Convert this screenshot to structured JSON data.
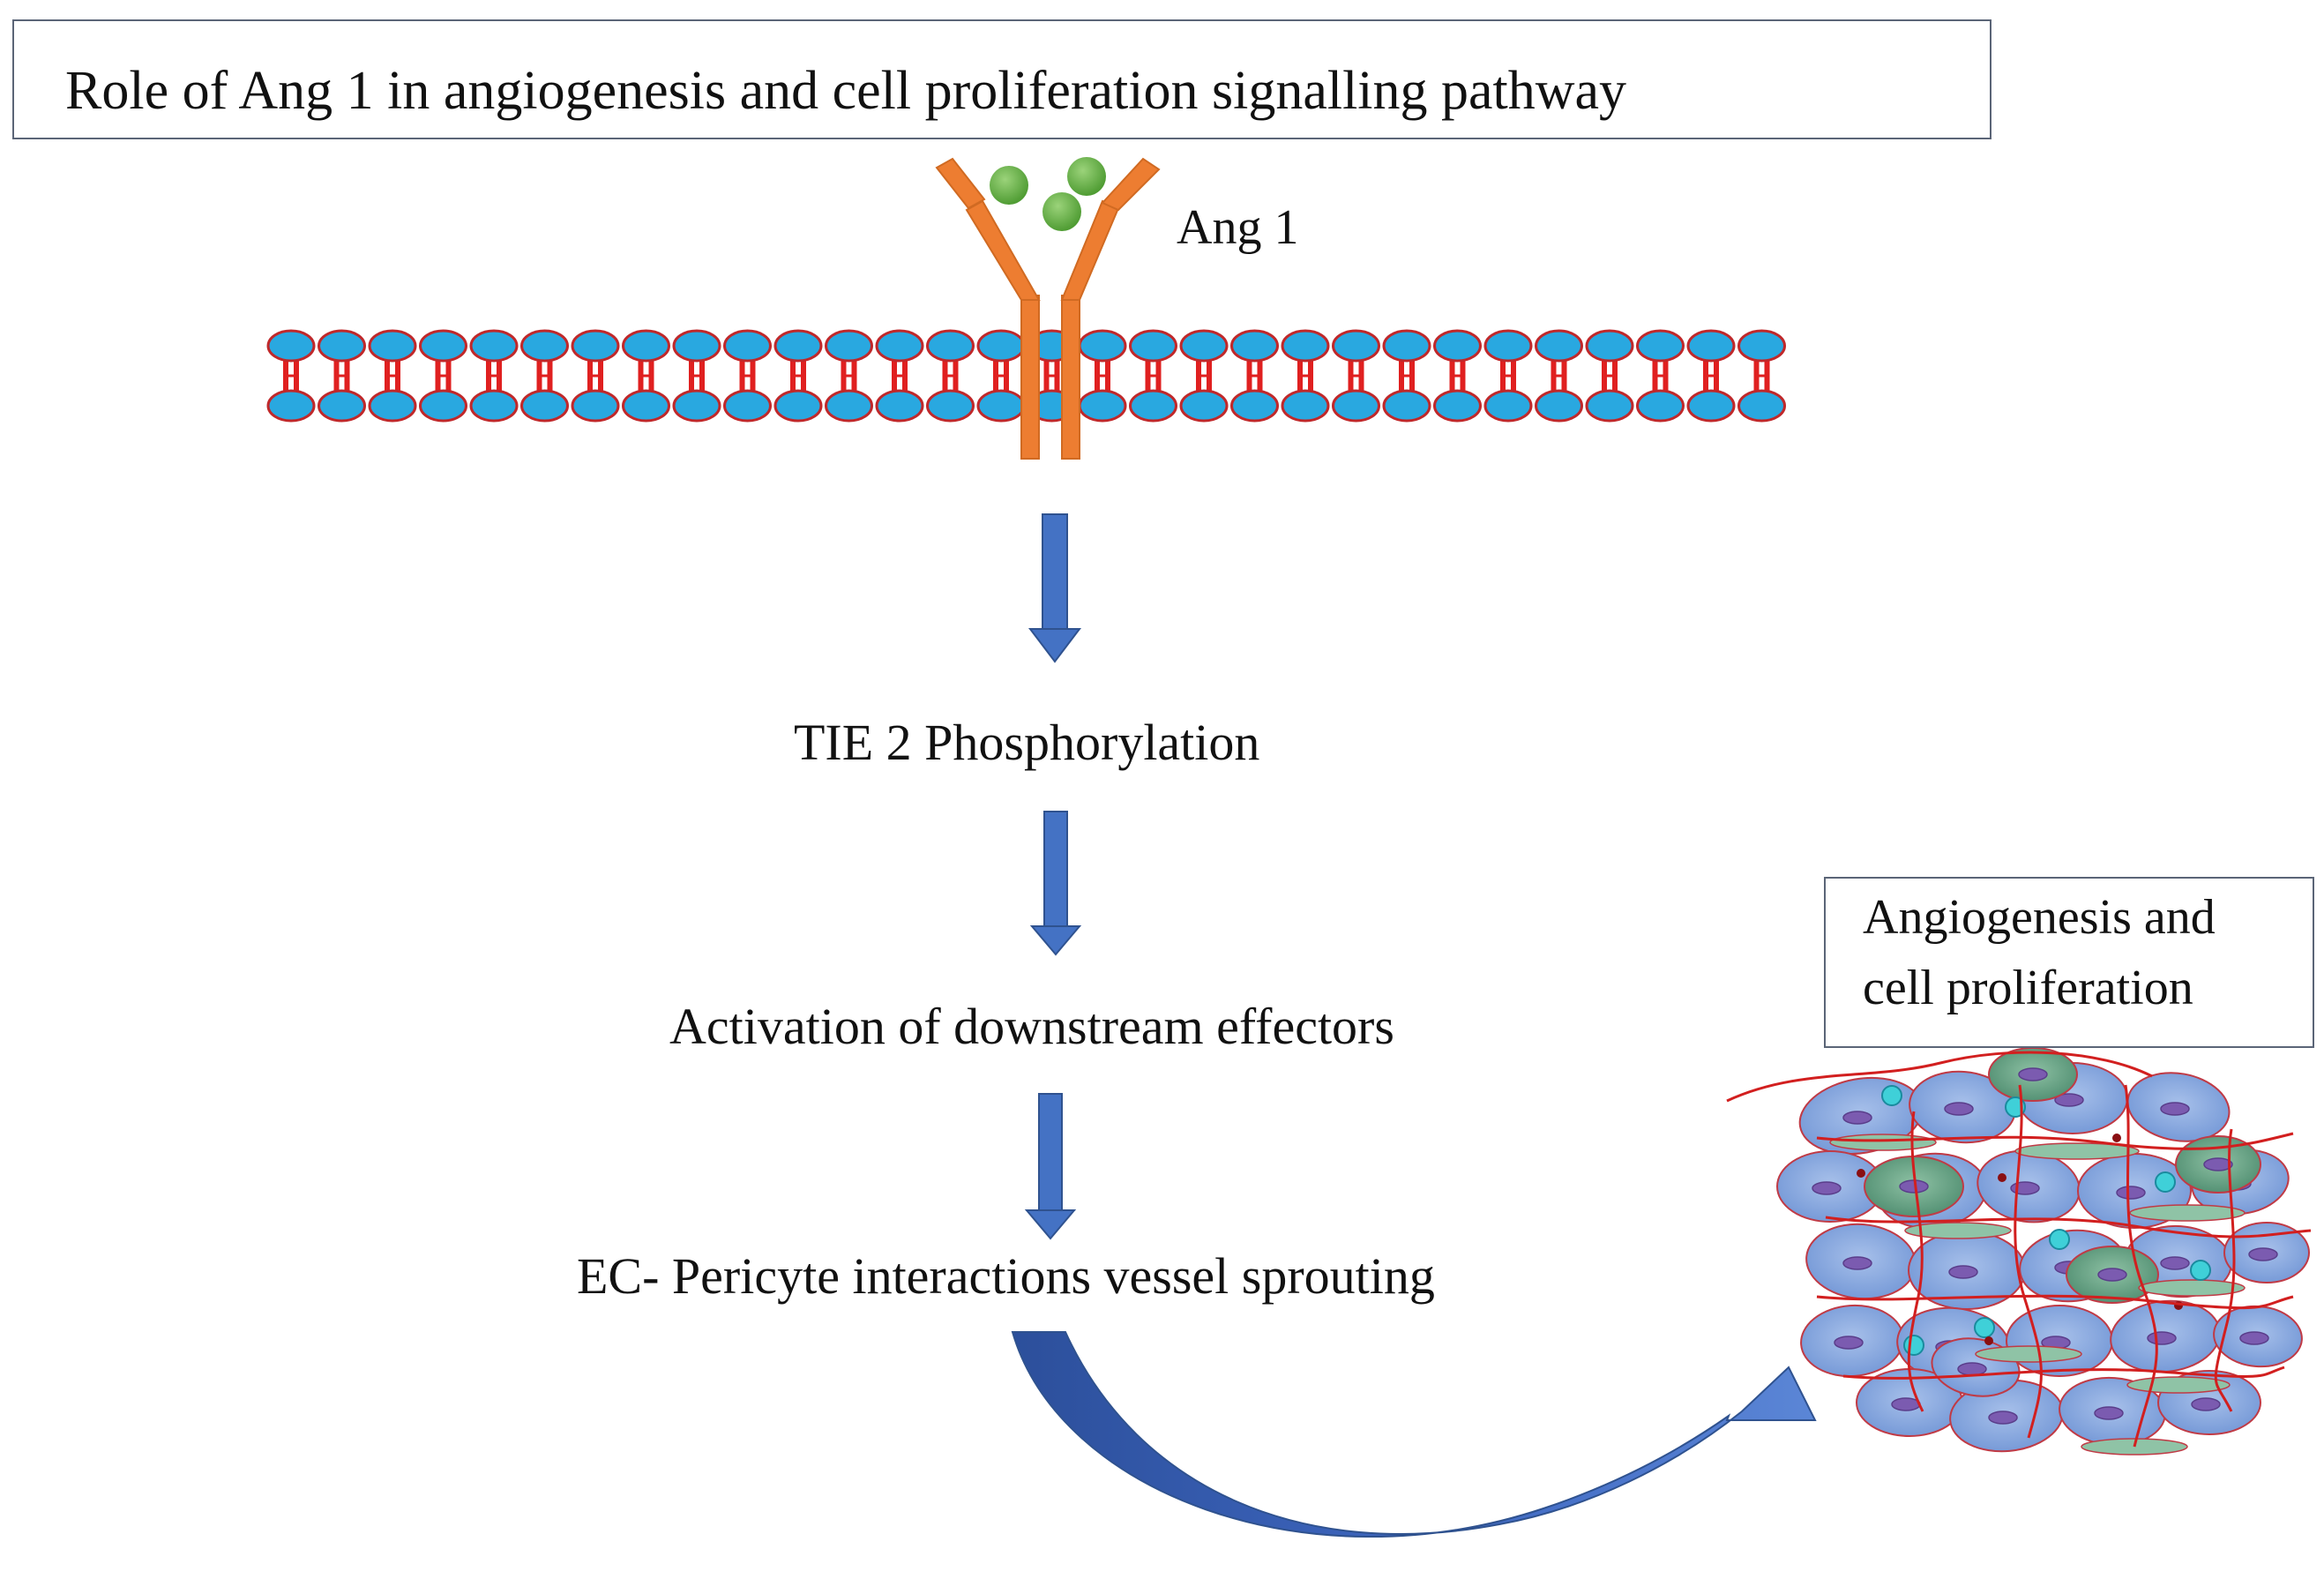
{
  "title": "Role of Ang 1 in angiogenesis and cell  proliferation signalling pathway",
  "ligand_label": "Ang 1",
  "steps": [
    "TIE 2 Phosphorylation",
    "Activation of downstream effectors",
    "EC- Pericyte interactions vessel sprouting"
  ],
  "result_box": {
    "line1": "Angiogenesis and",
    "line2": "cell proliferation"
  },
  "colors": {
    "membrane_head": "#29a8e0",
    "membrane_outline": "#c0282a",
    "receptor": "#ed7d31",
    "ligand": "#6ab547",
    "arrow": "#4472c4",
    "cell_blue": "#7fa3dc",
    "cell_green": "#5e9e82",
    "vessel_line": "#d21f1f"
  }
}
